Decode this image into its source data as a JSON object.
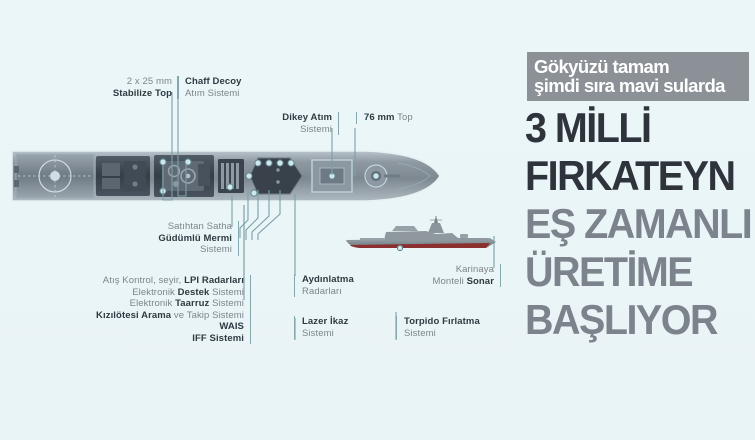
{
  "page": {
    "language": "tr",
    "background_color": "#eaf5f7",
    "accent_line_color": "#7ba0a8",
    "label_bold_color": "#2f3a42",
    "label_light_color": "#7c858c"
  },
  "headline": {
    "kicker_line1": "Gökyüzü tamam",
    "kicker_line2": "şimdi sıra mavi sularda",
    "kicker_bg": "#8b9197",
    "kicker_text_color": "#ffffff",
    "lines": [
      {
        "text": "3 MİLLİ",
        "color": "#2e333c"
      },
      {
        "text": "FIRKATEYN",
        "color": "#2e333c"
      },
      {
        "text": "EŞ ZAMANLI",
        "color": "#7d838c"
      },
      {
        "text": "ÜRETİME",
        "color": "#7d838c"
      },
      {
        "text": "BAŞLIYOR",
        "color": "#7d838c"
      }
    ]
  },
  "diagram": {
    "top_view_alt": "frigate top-down deck plan",
    "side_view_alt": "frigate side profile render",
    "callouts": [
      {
        "id": "stabilize-top",
        "lines": [
          {
            "light": "2 x 25 mm"
          },
          {
            "bold": "Stabilize Top"
          }
        ]
      },
      {
        "id": "chaff-decoy",
        "lines": [
          {
            "bold": "Chaff Decoy"
          },
          {
            "light": "Atım Sistemi"
          }
        ]
      },
      {
        "id": "dikey-atim",
        "lines": [
          {
            "bold": "Dikey Atım"
          },
          {
            "light": "Sistemi"
          }
        ]
      },
      {
        "id": "76mm-top",
        "lines": [
          {
            "bold": "76 mm",
            "light": " Top"
          }
        ]
      },
      {
        "id": "gudumlu-mermi",
        "lines": [
          {
            "light": "Satıhtan Satha"
          },
          {
            "bold": "Güdümlü Mermi"
          },
          {
            "light": "Sistemi"
          }
        ]
      },
      {
        "id": "radar-suite",
        "lines": [
          {
            "light": "Atış Kontrol, seyir, ",
            "bold": "LPI Radarları"
          },
          {
            "light": "Elektronik ",
            "bold": "Destek",
            "light2": " Sistemi"
          },
          {
            "light": "Elektronik ",
            "bold": "Taarruz",
            "light2": " Sistemi"
          },
          {
            "bold": "Kızılötesi Arama",
            "light2": " ve Takip Sistemi"
          },
          {
            "bold": "WAIS"
          },
          {
            "bold": "IFF Sistemi"
          }
        ]
      },
      {
        "id": "aydinlatma-radarlari",
        "lines": [
          {
            "bold": "Aydınlatma"
          },
          {
            "light": "Radarları"
          }
        ]
      },
      {
        "id": "lazer-ikaz",
        "lines": [
          {
            "bold": "Lazer İkaz"
          },
          {
            "light": "Sistemi"
          }
        ]
      },
      {
        "id": "sonar",
        "lines": [
          {
            "light": "Karinaya"
          },
          {
            "light": "Monteli ",
            "bold": "Sonar"
          }
        ]
      },
      {
        "id": "torpido",
        "lines": [
          {
            "bold": "Torpido Fırlatma"
          },
          {
            "light": "Sistemi"
          }
        ]
      }
    ]
  },
  "labels": {
    "stabilize_top_l1": "2 x 25 mm",
    "stabilize_top_l2": "Stabilize Top",
    "chaff_l1": "Chaff Decoy",
    "chaff_l2": "Atım Sistemi",
    "dikey_l1": "Dikey Atım",
    "dikey_l2": "Sistemi",
    "top76_b": "76 mm",
    "top76_n": " Top",
    "gudumlu_l1": "Satıhtan Satha",
    "gudumlu_l2": "Güdümlü Mermi",
    "gudumlu_l3": "Sistemi",
    "radar_l1_a": "Atış Kontrol, seyir, ",
    "radar_l1_b": "LPI Radarları",
    "radar_l2_a": "Elektronik ",
    "radar_l2_b": "Destek",
    "radar_l2_c": " Sistemi",
    "radar_l3_a": "Elektronik ",
    "radar_l3_b": "Taarruz",
    "radar_l3_c": " Sistemi",
    "radar_l4_a": "Kızılötesi Arama",
    "radar_l4_b": " ve Takip Sistemi",
    "radar_l5": "WAIS",
    "radar_l6": "IFF Sistemi",
    "aydin_l1": "Aydınlatma",
    "aydin_l2": "Radarları",
    "lazer_l1": "Lazer İkaz",
    "lazer_l2": "Sistemi",
    "sonar_l1": "Karinaya",
    "sonar_l2_a": "Monteli ",
    "sonar_l2_b": "Sonar",
    "torpido_l1": "Torpido Fırlatma",
    "torpido_l2": "Sistemi"
  }
}
